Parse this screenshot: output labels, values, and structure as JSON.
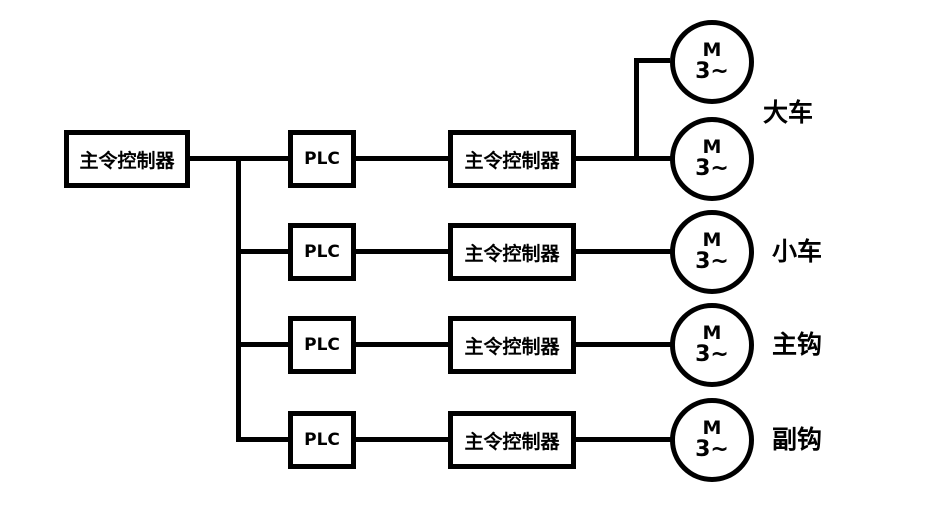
{
  "colors": {
    "line": "#000000",
    "background": "#ffffff",
    "text": "#000000"
  },
  "diagram": {
    "master_label": "主令控制器",
    "rows": [
      {
        "plc_label": "PLC",
        "controller_label": "主令控制器",
        "group_label": "大车",
        "motors": [
          {
            "letter": "M",
            "phase": "3~"
          },
          {
            "letter": "M",
            "phase": "3~"
          }
        ]
      },
      {
        "plc_label": "PLC",
        "controller_label": "主令控制器",
        "group_label": "小车",
        "motors": [
          {
            "letter": "M",
            "phase": "3~"
          }
        ]
      },
      {
        "plc_label": "PLC",
        "controller_label": "主令控制器",
        "group_label": "主钩",
        "motors": [
          {
            "letter": "M",
            "phase": "3~"
          }
        ]
      },
      {
        "plc_label": "PLC",
        "controller_label": "主令控制器",
        "group_label": "副钩",
        "motors": [
          {
            "letter": "M",
            "phase": "3~"
          }
        ]
      }
    ]
  }
}
